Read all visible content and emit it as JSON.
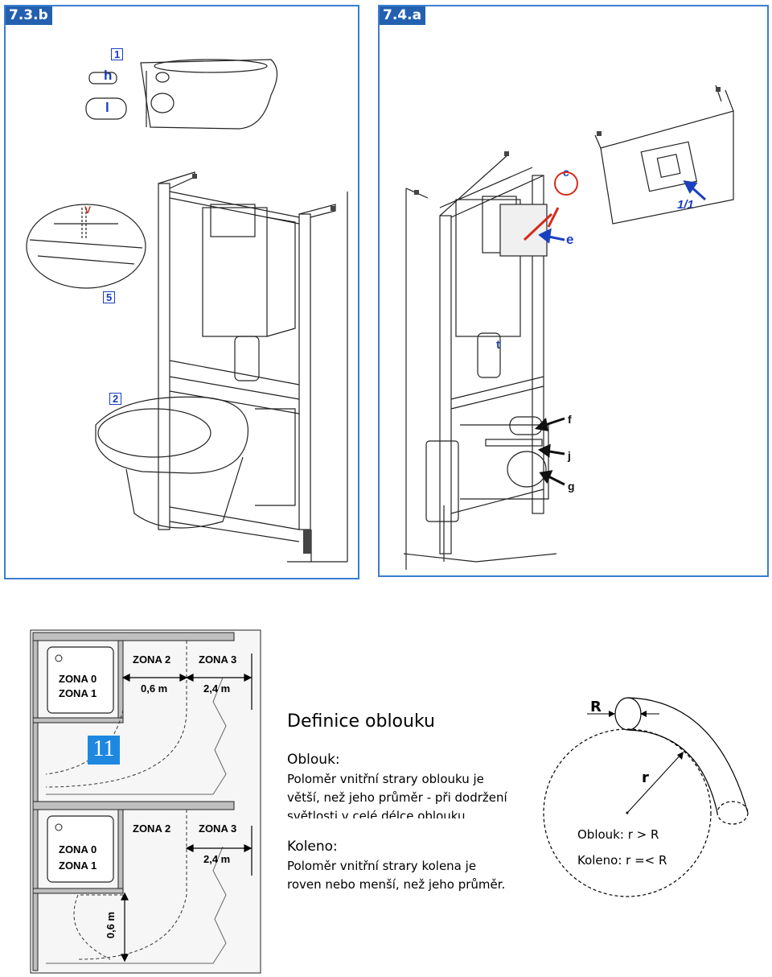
{
  "panel_left": {
    "tag": "7.3.b",
    "boxes": [
      "1",
      "5",
      "2"
    ],
    "letters": [
      "h",
      "l"
    ],
    "spring_label": "V"
  },
  "panel_right": {
    "tag": "7.4.a",
    "letters": [
      "c",
      "e",
      "t",
      "f",
      "j",
      "g"
    ],
    "detail_label": "1/1"
  },
  "zones": {
    "badge": "11",
    "top": {
      "z01_a": "ZONA 0",
      "z01_b": "ZONA 1",
      "z2": "ZONA 2",
      "z3": "ZONA 3",
      "d2": "0,6 m",
      "d3": "2,4 m"
    },
    "bottom": {
      "z01_a": "ZONA 0",
      "z01_b": "ZONA 1",
      "z2": "ZONA 2",
      "z3": "ZONA 3",
      "d3": "2,4 m",
      "dv": "0,6 m"
    }
  },
  "definition": {
    "title": "Definice oblouku",
    "h1": "Oblouk:",
    "p1_l1": "Poloměr vnitřní strary oblouku je",
    "p1_l2": "větší, než jeho průměr - při dodržení",
    "p1_l3": "světlosti v celé délce oblouku.",
    "h2": "Koleno:",
    "p2_l1": "Poloměr vnitřní strary kolena je",
    "p2_l2": "roven nebo menší, než jeho průměr."
  },
  "diagram": {
    "R": "R",
    "r": "r",
    "line1": "Oblouk: r > R",
    "line2": "Koleno: r =< R"
  }
}
